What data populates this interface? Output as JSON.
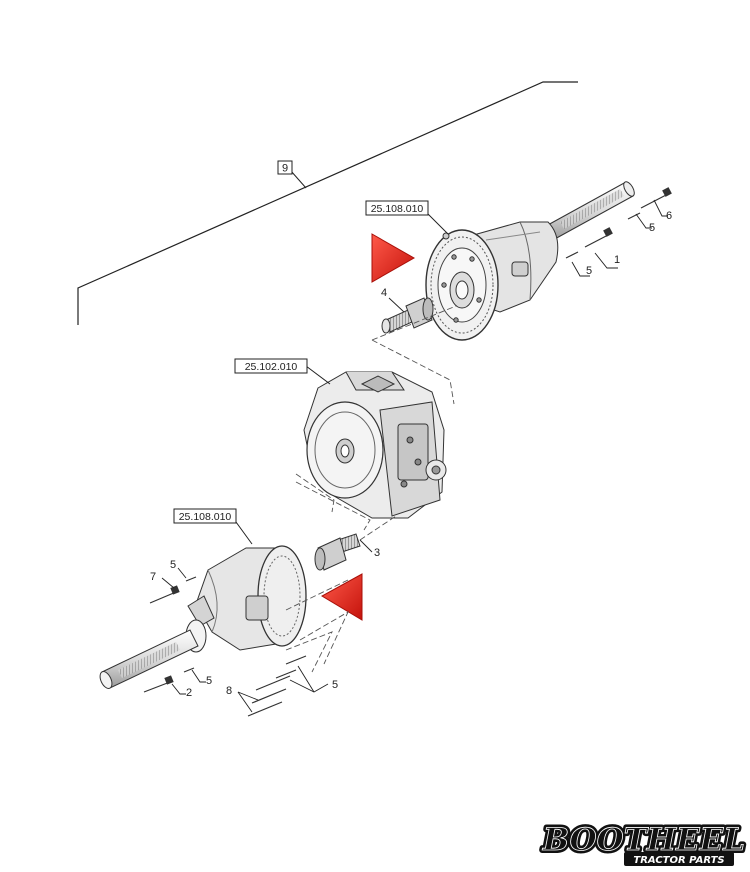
{
  "diagram": {
    "group_label": "9",
    "refs": {
      "upper_housing": "25.108.010",
      "center_gearbox": "25.102.010",
      "lower_housing": "25.108.010"
    },
    "callouts": {
      "c1": "1",
      "c2": "2",
      "c3": "3",
      "c4": "4",
      "c5a": "5",
      "c5b": "5",
      "c5c": "5",
      "c5d": "5",
      "c5e": "5",
      "c6": "6",
      "c7": "7",
      "c8": "8"
    }
  },
  "brand": {
    "name": "BOOTHEEL",
    "tagline": "TRACTOR PARTS",
    "colors": {
      "logo": "#111111",
      "arrow": "#e8231b"
    }
  }
}
